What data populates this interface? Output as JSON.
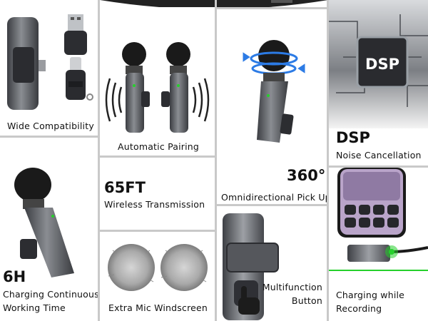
{
  "features": {
    "compat": {
      "label": "Wide Compatibility"
    },
    "pairing": {
      "label": "Automatic Pairing"
    },
    "omni": {
      "headline": "360°",
      "label": "Omnidirectional Pick Up"
    },
    "dsp": {
      "chip_text": "DSP",
      "headline": "DSP",
      "label": "Noise Cancellation"
    },
    "wireless": {
      "headline": "65FT",
      "label": "Wireless Transmission"
    },
    "charging": {
      "headline": "6H",
      "line1": "Charging Continuous",
      "line2": "Working Time"
    },
    "windscreen": {
      "label": "Extra Mic Windscreen"
    },
    "multifunction": {
      "line1": "Multifunction",
      "line2": "Button"
    },
    "charge_record": {
      "line1": "Charging while",
      "line2": "Recording"
    }
  },
  "icons": [
    "usb-adapter-icon",
    "lightning-adapter-icon",
    "rotation-arrows-icon",
    "hand-pointer-icon",
    "sound-wave-icon"
  ],
  "colors": {
    "accent_green": "#26d02c",
    "mic_body": "#5a5c60",
    "foam": "#1a1a1a"
  }
}
